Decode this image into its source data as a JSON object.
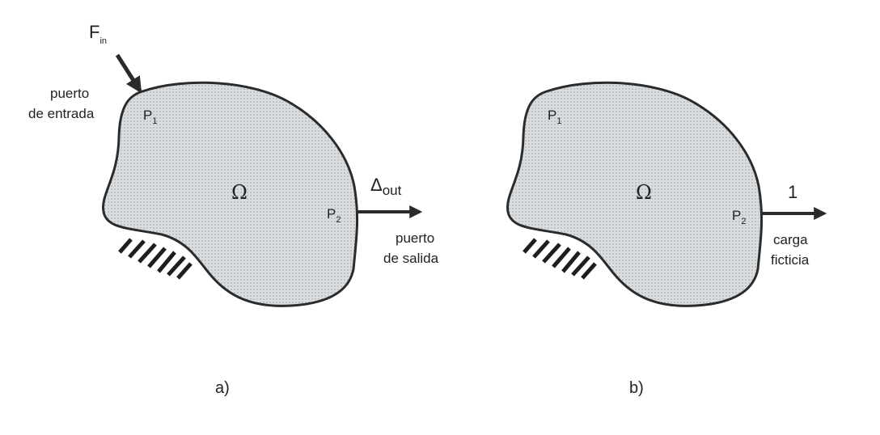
{
  "colors": {
    "outline": "#2b2b2b",
    "fill": "#d9dde0",
    "dot": "#a9b0b6",
    "text": "#222222"
  },
  "panel_a": {
    "force_symbol": "F",
    "force_subscript": "in",
    "input_port_line1": "puerto",
    "input_port_line2": "de entrada",
    "point1_letter": "P",
    "point1_index": "1",
    "domain_symbol": "Ω",
    "point2_letter": "P",
    "point2_index": "2",
    "displacement_symbol": "Δ",
    "displacement_subscript": "out",
    "output_port_line1": "puerto",
    "output_port_line2": "de salida",
    "caption": "a)"
  },
  "panel_b": {
    "point1_letter": "P",
    "point1_index": "1",
    "domain_symbol": "Ω",
    "point2_letter": "P",
    "point2_index": "2",
    "unit_load": "1",
    "dummy_load_line1": "carga",
    "dummy_load_line2": "ficticia",
    "caption": "b)"
  }
}
